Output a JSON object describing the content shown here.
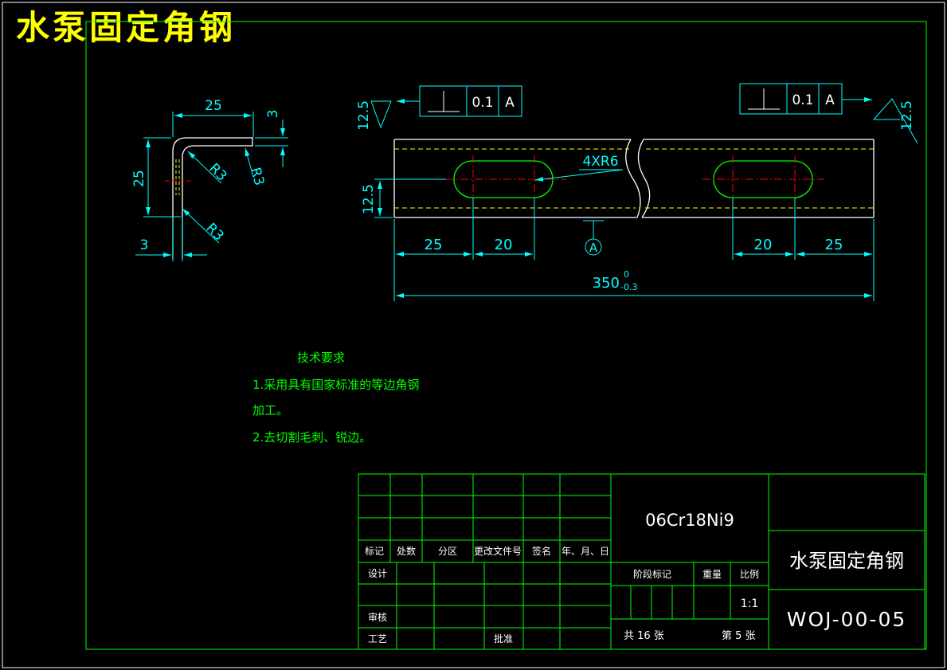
{
  "title": "水泵固定角钢",
  "profile_view": {
    "dim_width": "25",
    "dim_height": "25",
    "dim_thickness_top": "3",
    "dim_thickness_left": "3",
    "radius_1": "R3",
    "radius_2": "R3",
    "radius_3": "R3"
  },
  "front_view": {
    "roughness_left": "12.5",
    "roughness_right": "12.5",
    "tolerance_left": {
      "value": "0.1",
      "datum": "A"
    },
    "tolerance_right": {
      "value": "0.1",
      "datum": "A"
    },
    "slot_callout": "4XR6",
    "dim_slot_height": "12.5",
    "dim_left_edge": "25",
    "dim_left_slot": "20",
    "dim_right_slot": "20",
    "dim_right_edge": "25",
    "dim_total": "350",
    "dim_total_tol_upper": "0",
    "dim_total_tol_lower": "-0.3",
    "datum_label": "A"
  },
  "technical_requirements": {
    "heading": "技术要求",
    "line1": "1.采用具有国家标准的等边角钢",
    "line2": "加工。",
    "line3": "2.去切割毛刺、锐边。"
  },
  "title_block": {
    "material": "06Cr18Ni9",
    "part_name": "水泵固定角钢",
    "drawing_number": "WOJ-00-05",
    "headers": {
      "mark": "标记",
      "count": "处数",
      "zone": "分区",
      "change_doc": "更改文件号",
      "signature": "签名",
      "date": "年、月、日"
    },
    "roles": {
      "design": "设计",
      "review": "审核",
      "process": "工艺",
      "approve": "批准"
    },
    "stage_mark": "阶段标记",
    "weight": "重量",
    "scale_label": "比例",
    "scale_value": "1:1",
    "total_sheets": "共 16 张",
    "sheet_no": "第 5 张"
  },
  "colors": {
    "background": "#000000",
    "frame": "#00ff00",
    "dimension": "#00ffff",
    "text_white": "#ffffff",
    "centerline": "#ff0000",
    "hidden_line": "#ffff00",
    "title": "#ffff00"
  }
}
